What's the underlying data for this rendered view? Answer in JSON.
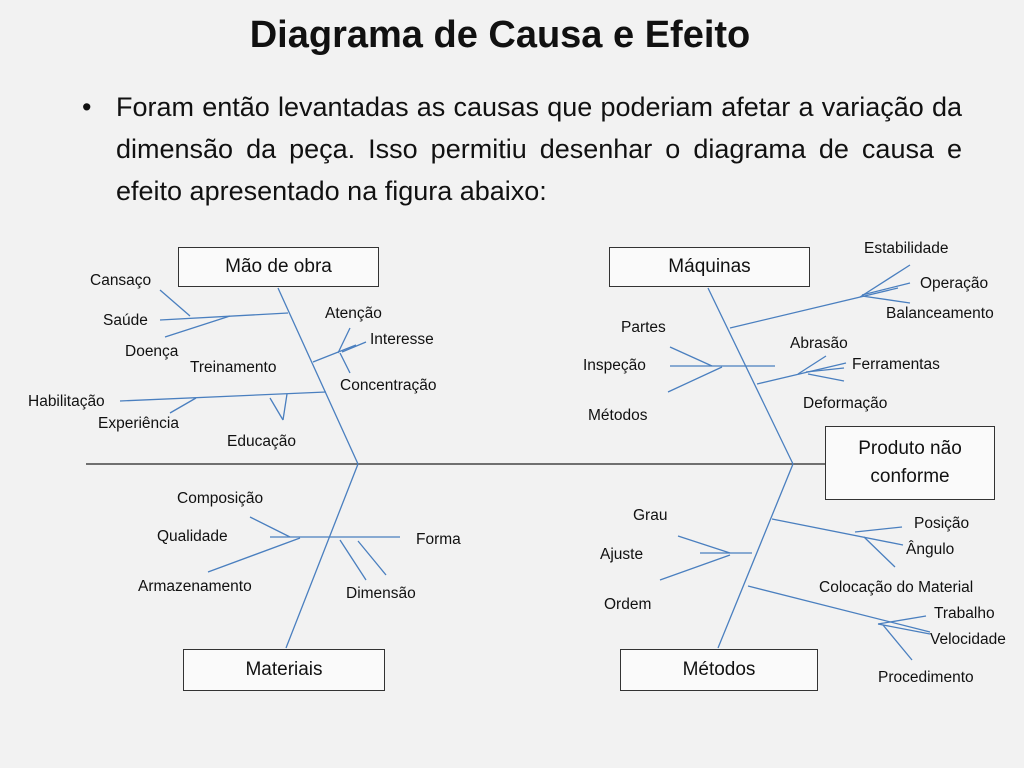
{
  "title": "Diagrama de Causa e Efeito",
  "bullet": "Foram então levantadas as causas que poderiam afetar a variação da dimensão da peça. Isso permitiu desenhar o diagrama de causa e efeito apresentado na figura abaixo:",
  "colors": {
    "line": "#4a7fbf",
    "spine": "#222222",
    "box_border": "#333333"
  },
  "effect": "Produto não conforme",
  "categories": {
    "mao_de_obra": "Mão de obra",
    "maquinas": "Máquinas",
    "materiais": "Materiais",
    "metodos": "Métodos"
  },
  "causes": {
    "cansaco": "Cansaço",
    "saude": "Saúde",
    "doenca": "Doença",
    "treinamento": "Treinamento",
    "habilitacao": "Habilitação",
    "experiencia": "Experiência",
    "educacao": "Educação",
    "atencao": "Atenção",
    "interesse": "Interesse",
    "concentracao": "Concentração",
    "estabilidade": "Estabilidade",
    "operacao": "Operação",
    "balanceamento": "Balanceamento",
    "partes": "Partes",
    "inspecao": "Inspeção",
    "metodos_sub": "Métodos",
    "abrasao": "Abrasão",
    "ferramentas": "Ferramentas",
    "deformacao": "Deformação",
    "composicao": "Composição",
    "qualidade": "Qualidade",
    "armazenamento": "Armazenamento",
    "forma": "Forma",
    "dimensao": "Dimensão",
    "grau": "Grau",
    "ajuste": "Ajuste",
    "ordem": "Ordem",
    "posicao": "Posição",
    "angulo": "Ângulo",
    "colocacao": "Colocação do Material",
    "trabalho": "Trabalho",
    "velocidade": "Velocidade",
    "procedimento": "Procedimento"
  }
}
